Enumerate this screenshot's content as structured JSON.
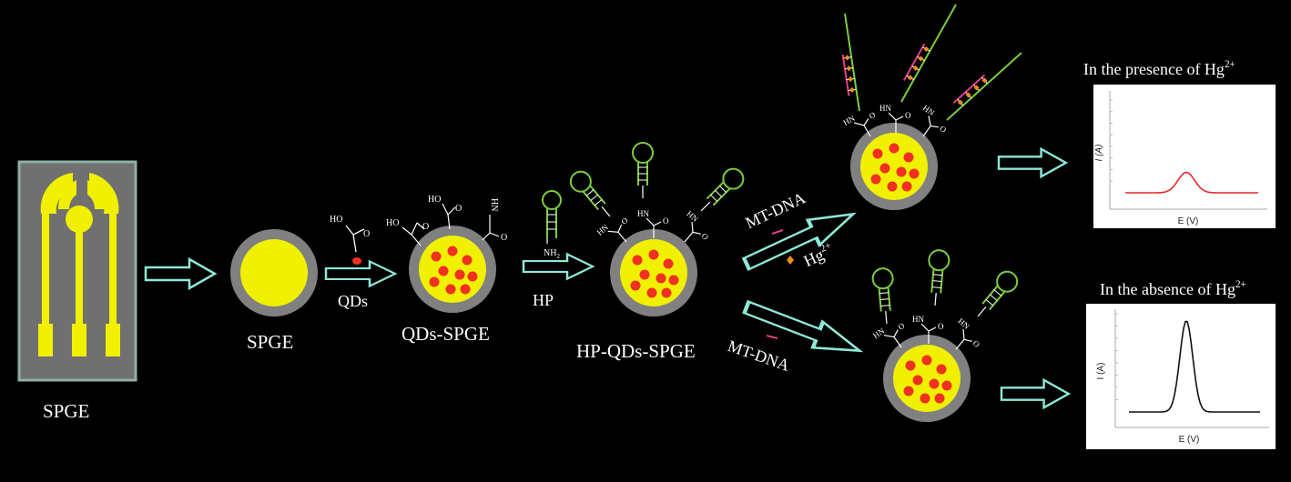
{
  "labels": {
    "spge_chip": "SPGE",
    "spge": "SPGE",
    "qds": "QDs",
    "qds_spge": "QDs-SPGE",
    "hp": "HP",
    "hp_qds_spge": "HP-QDs-SPGE",
    "mt_dna_top": "MT-DNA",
    "hg_top": "Hg",
    "mt_dna_bottom": "MT-DNA"
  },
  "chem": {
    "ho": "HO",
    "o": "O",
    "hn": "HN",
    "nh2": "NH",
    "nh2_sub": "2"
  },
  "hg_charge": "2+",
  "panels": {
    "presence": {
      "title": "In the presence of Hg",
      "charge": "2+",
      "ylabel": "I (A)",
      "xlabel": "E (V)",
      "peak_color": "#e8262a",
      "peak_height": 0.27
    },
    "absence": {
      "title": "In the absence of Hg",
      "charge": "2+",
      "ylabel": "I (A)",
      "xlabel": "E (V)",
      "peak_color": "#111111",
      "peak_height": 0.93
    }
  },
  "colors": {
    "background": "#000000",
    "chip_frame": "#8fb0a8",
    "chip_body": "#707070",
    "gold": "#f0f000",
    "electrode_ring": "#808080",
    "qd_dot": "#f03020",
    "arrow_fill": "#000000",
    "arrow_stroke": "#8ee8d8",
    "dna": "#7ccc40",
    "mt_dna": "#e0408a",
    "hg_ion": "#f08c1e"
  }
}
